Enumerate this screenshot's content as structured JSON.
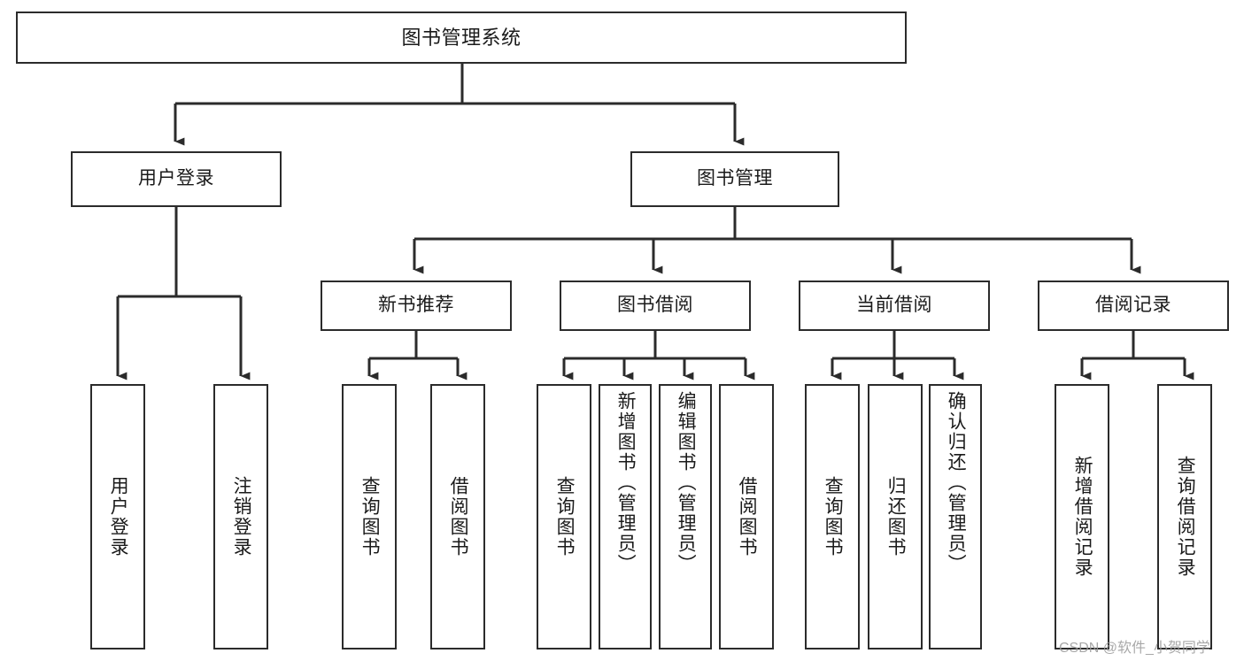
{
  "diagram": {
    "type": "tree-hierarchy",
    "title": "图书管理系统",
    "colors": {
      "box_stroke": "#2b2b2b",
      "box_fill": "#ffffff",
      "connector": "#2b2b2b",
      "background": "#ffffff",
      "watermark": "#9a9a9a"
    },
    "nodes": {
      "root": {
        "label": "图书管理系统"
      },
      "level2": [
        {
          "label": "用户登录"
        },
        {
          "label": "图书管理"
        }
      ],
      "level3": [
        {
          "label": "新书推荐"
        },
        {
          "label": "图书借阅"
        },
        {
          "label": "当前借阅"
        },
        {
          "label": "借阅记录"
        }
      ],
      "leaves_user_login": [
        {
          "label": "用户登录"
        },
        {
          "label": "注销登录"
        }
      ],
      "leaves_new_book": [
        {
          "label": "查询图书"
        },
        {
          "label": "借阅图书"
        }
      ],
      "leaves_borrow": [
        {
          "label": "查询图书"
        },
        {
          "label": "新增图书（管理员）"
        },
        {
          "label": "编辑图书（管理员）"
        },
        {
          "label": "借阅图书"
        }
      ],
      "leaves_current": [
        {
          "label": "查询图书"
        },
        {
          "label": "归还图书"
        },
        {
          "label": "确认归还（管理员）"
        }
      ],
      "leaves_records": [
        {
          "label": "新增借阅记录"
        },
        {
          "label": "查询借阅记录"
        }
      ]
    },
    "watermark": "CSDN @软件_小贺同学"
  }
}
